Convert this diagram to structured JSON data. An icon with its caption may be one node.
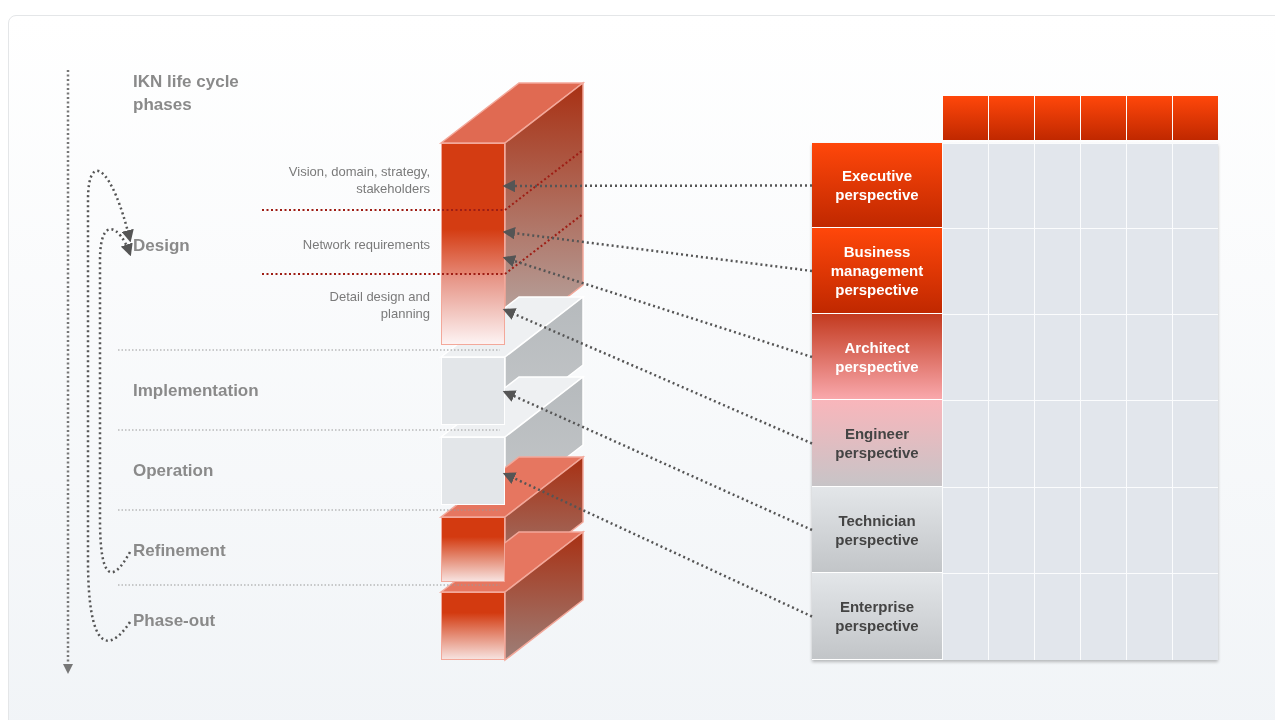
{
  "diagram": {
    "title": "IKN life cycle phases",
    "nodes": [
      {
        "text": [
          "Design"
        ]
      },
      {
        "text": [
          "Implementation"
        ]
      },
      {
        "text": [
          "Operation"
        ]
      },
      {
        "text": [
          "Refinement"
        ]
      },
      {
        "text": [
          "Phase-out"
        ]
      },
      {
        "text": [
          "Vision, domain, strategy, stakeholders"
        ]
      },
      {
        "text": [
          "Network requirements"
        ]
      },
      {
        "text": [
          "Detail design and planning"
        ]
      },
      {
        "text": [],
        "shape": "box"
      },
      {
        "text": [],
        "shape": "box"
      },
      {
        "text": [],
        "shape": "box"
      },
      {
        "text": [],
        "shape": "box"
      },
      {
        "text": [
          "Executive perspective"
        ]
      },
      {
        "text": [
          "Business management perspective"
        ]
      },
      {
        "text": [
          "Architect perspective"
        ]
      },
      {
        "text": [
          "Engineer perspective"
        ]
      },
      {
        "text": [
          "Technician perspective"
        ]
      },
      {
        "text": [
          "Enterprise perspective"
        ]
      }
    ],
    "edges": [
      {
        "from": 4,
        "to": 0,
        "arrow": "to",
        "style": "dashed"
      },
      {
        "from": 3,
        "to": 0,
        "arrow": "to",
        "style": "dashed"
      },
      {
        "from": 12,
        "to": 5,
        "arrow": "to",
        "style": "dashed"
      },
      {
        "from": 13,
        "to": 6,
        "arrow": "to",
        "style": "dashed"
      },
      {
        "from": 14,
        "to": 6,
        "arrow": "to",
        "style": "dashed"
      },
      {
        "from": 15,
        "to": 7,
        "arrow": "to",
        "style": "dashed"
      },
      {
        "from": 16,
        "to": 8,
        "arrow": "to",
        "style": "dashed"
      },
      {
        "from": 17,
        "to": 9,
        "arrow": "to",
        "style": "dashed"
      }
    ]
  }
}
